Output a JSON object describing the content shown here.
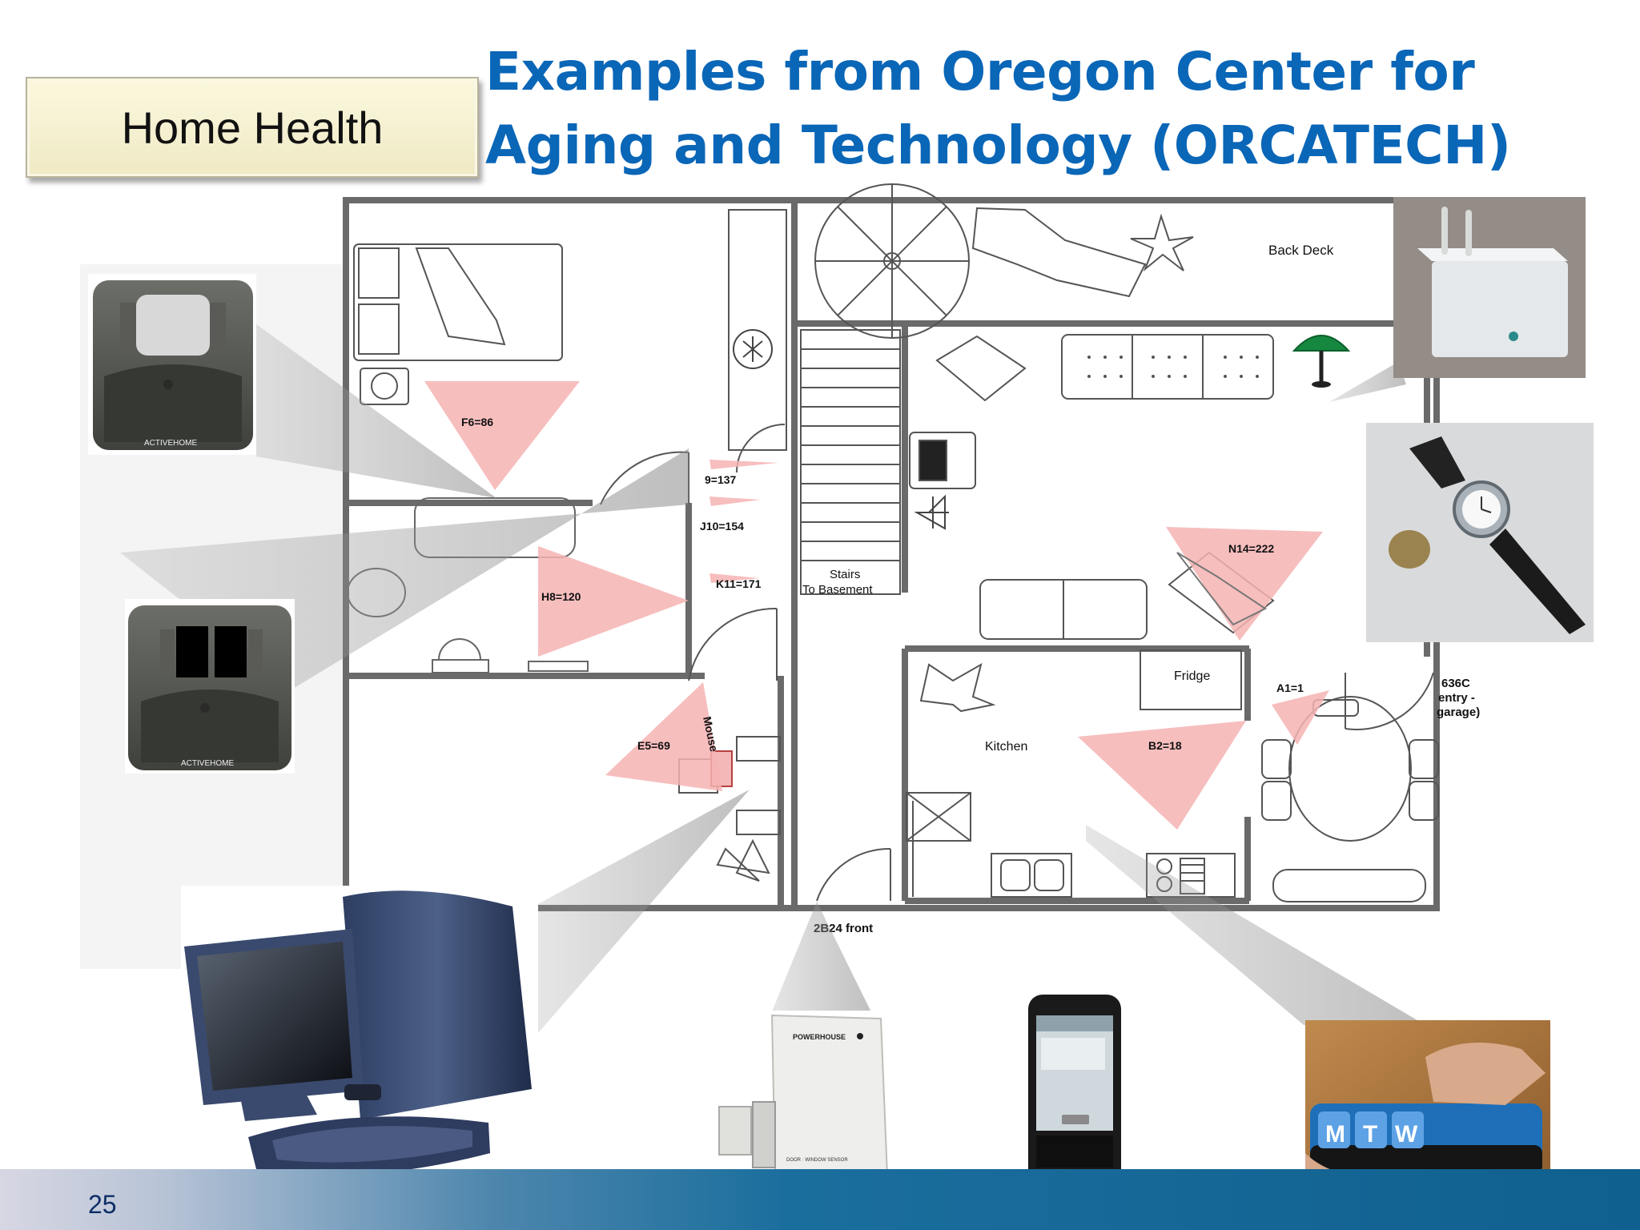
{
  "slide": {
    "tag_label": "Home Health",
    "title": "Examples from Oregon Center for Aging and Technology (ORCATECH)",
    "page_number": "25"
  },
  "floorplan": {
    "rooms": {
      "back_deck": "Back Deck",
      "stairs_line1": "Stairs",
      "stairs_line2": "To Basement",
      "fridge": "Fridge",
      "kitchen": "Kitchen",
      "entry_line1": "636C",
      "entry_line2": "entry -",
      "entry_line3": "garage)",
      "front": "2B24 front"
    },
    "sensors": {
      "f6": "F6=86",
      "i9": "9=137",
      "j10": "J10=154",
      "k11": "K11=171",
      "h8": "H8=120",
      "n14": "N14=222",
      "a1": "A1=1",
      "b2": "B2=18",
      "e5": "E5=69"
    },
    "mouse_label": "Mouse"
  },
  "devices": {
    "motion_sensor_brand": "ACTIVEHOME",
    "door_sensor_brand": "POWERHOUSE",
    "door_sensor_label": "DOOR · WINDOW SENSOR",
    "pillbox_letters": [
      "M",
      "T",
      "W"
    ]
  },
  "colors": {
    "title_blue": "#0a66b7",
    "sensor_pink": "#f6b3b3",
    "footer_blue": "#10608f"
  }
}
